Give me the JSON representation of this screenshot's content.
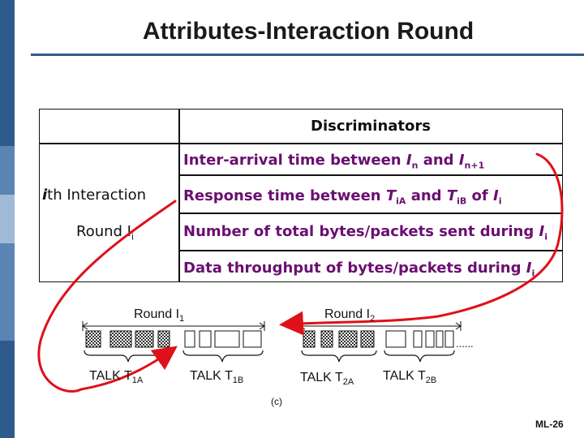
{
  "title": "Attributes-Interaction Round",
  "table": {
    "header": "Discriminators",
    "left_label_line1_pre": "i",
    "left_label_line1_rest": "th Interaction",
    "left_label_line2": "Round I",
    "left_label_line2_sub": "i",
    "rows": [
      {
        "pre": "Inter-arrival time between ",
        "v1": "I",
        "s1": "n",
        "mid": " and ",
        "v2": "I",
        "s2": "n+1",
        "post": ""
      },
      {
        "pre": "Response time between ",
        "v1": "T",
        "s1": "iA",
        "mid": " and ",
        "v2": "T",
        "s2": "iB",
        "post": " of ",
        "v3": "I",
        "s3": "i"
      },
      {
        "pre": "Number of total bytes/packets sent during ",
        "v1": "I",
        "s1": "i"
      },
      {
        "pre": "Data throughput of bytes/packets during ",
        "v1": "I",
        "s1": "i"
      }
    ]
  },
  "figure": {
    "round1": "Round I",
    "round1_sub": "1",
    "round2": "Round I",
    "round2_sub": "2",
    "talk1a": "TALK T",
    "talk1a_sub": "1A",
    "talk1b": "TALK T",
    "talk1b_sub": "1B",
    "talk2a": "TALK T",
    "talk2a_sub": "2A",
    "talk2b": "TALK T",
    "talk2b_sub": "2B",
    "ellipsis": "......",
    "caption": "(c)"
  },
  "slide_number": "ML-26",
  "colors": {
    "accent_blue": "#2f5b8c",
    "text_purple": "#6a0f70",
    "arrow_red": "#e0101a"
  }
}
